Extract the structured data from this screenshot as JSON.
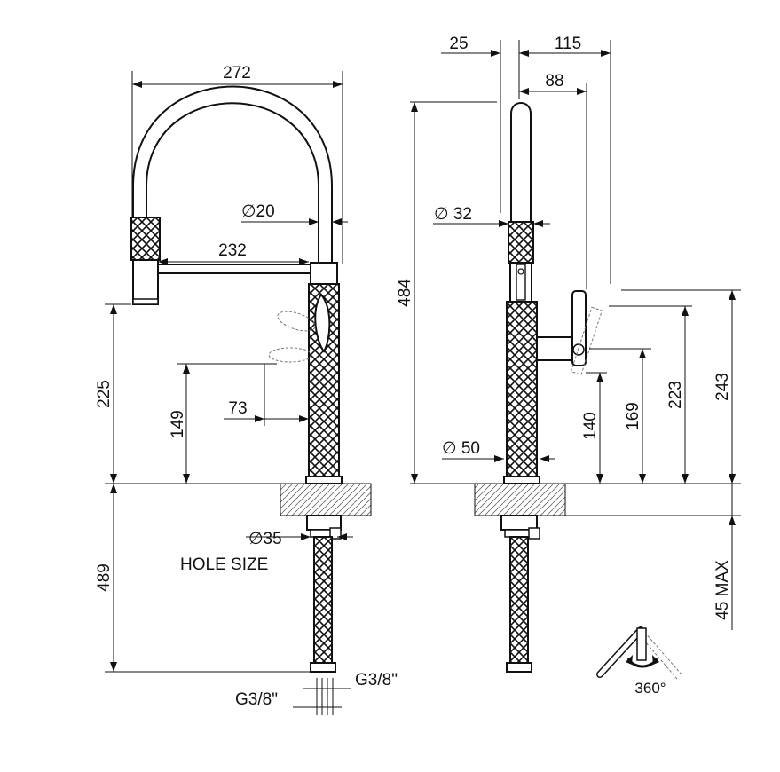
{
  "front_view": {
    "width_272": "272",
    "spray_232": "232",
    "hose_dia": "∅20",
    "height_225": "225",
    "height_149": "149",
    "lever_73": "73",
    "below_489": "489",
    "hole_size_dia": "∅35",
    "hole_size_label": "HOLE SIZE",
    "conn_left": "G3/8\"",
    "conn_right": "G3/8\""
  },
  "side_view": {
    "offset_25": "25",
    "reach_115": "115",
    "reach_88": "88",
    "total_484": "484",
    "body_dia_32": "∅ 32",
    "base_dia_50": "∅ 50",
    "height_140": "140",
    "height_169": "169",
    "height_223": "223",
    "height_243": "243",
    "deck_max": "45 MAX",
    "rotation": "360°"
  },
  "colors": {
    "line": "#111111",
    "hatch": "#777777"
  }
}
